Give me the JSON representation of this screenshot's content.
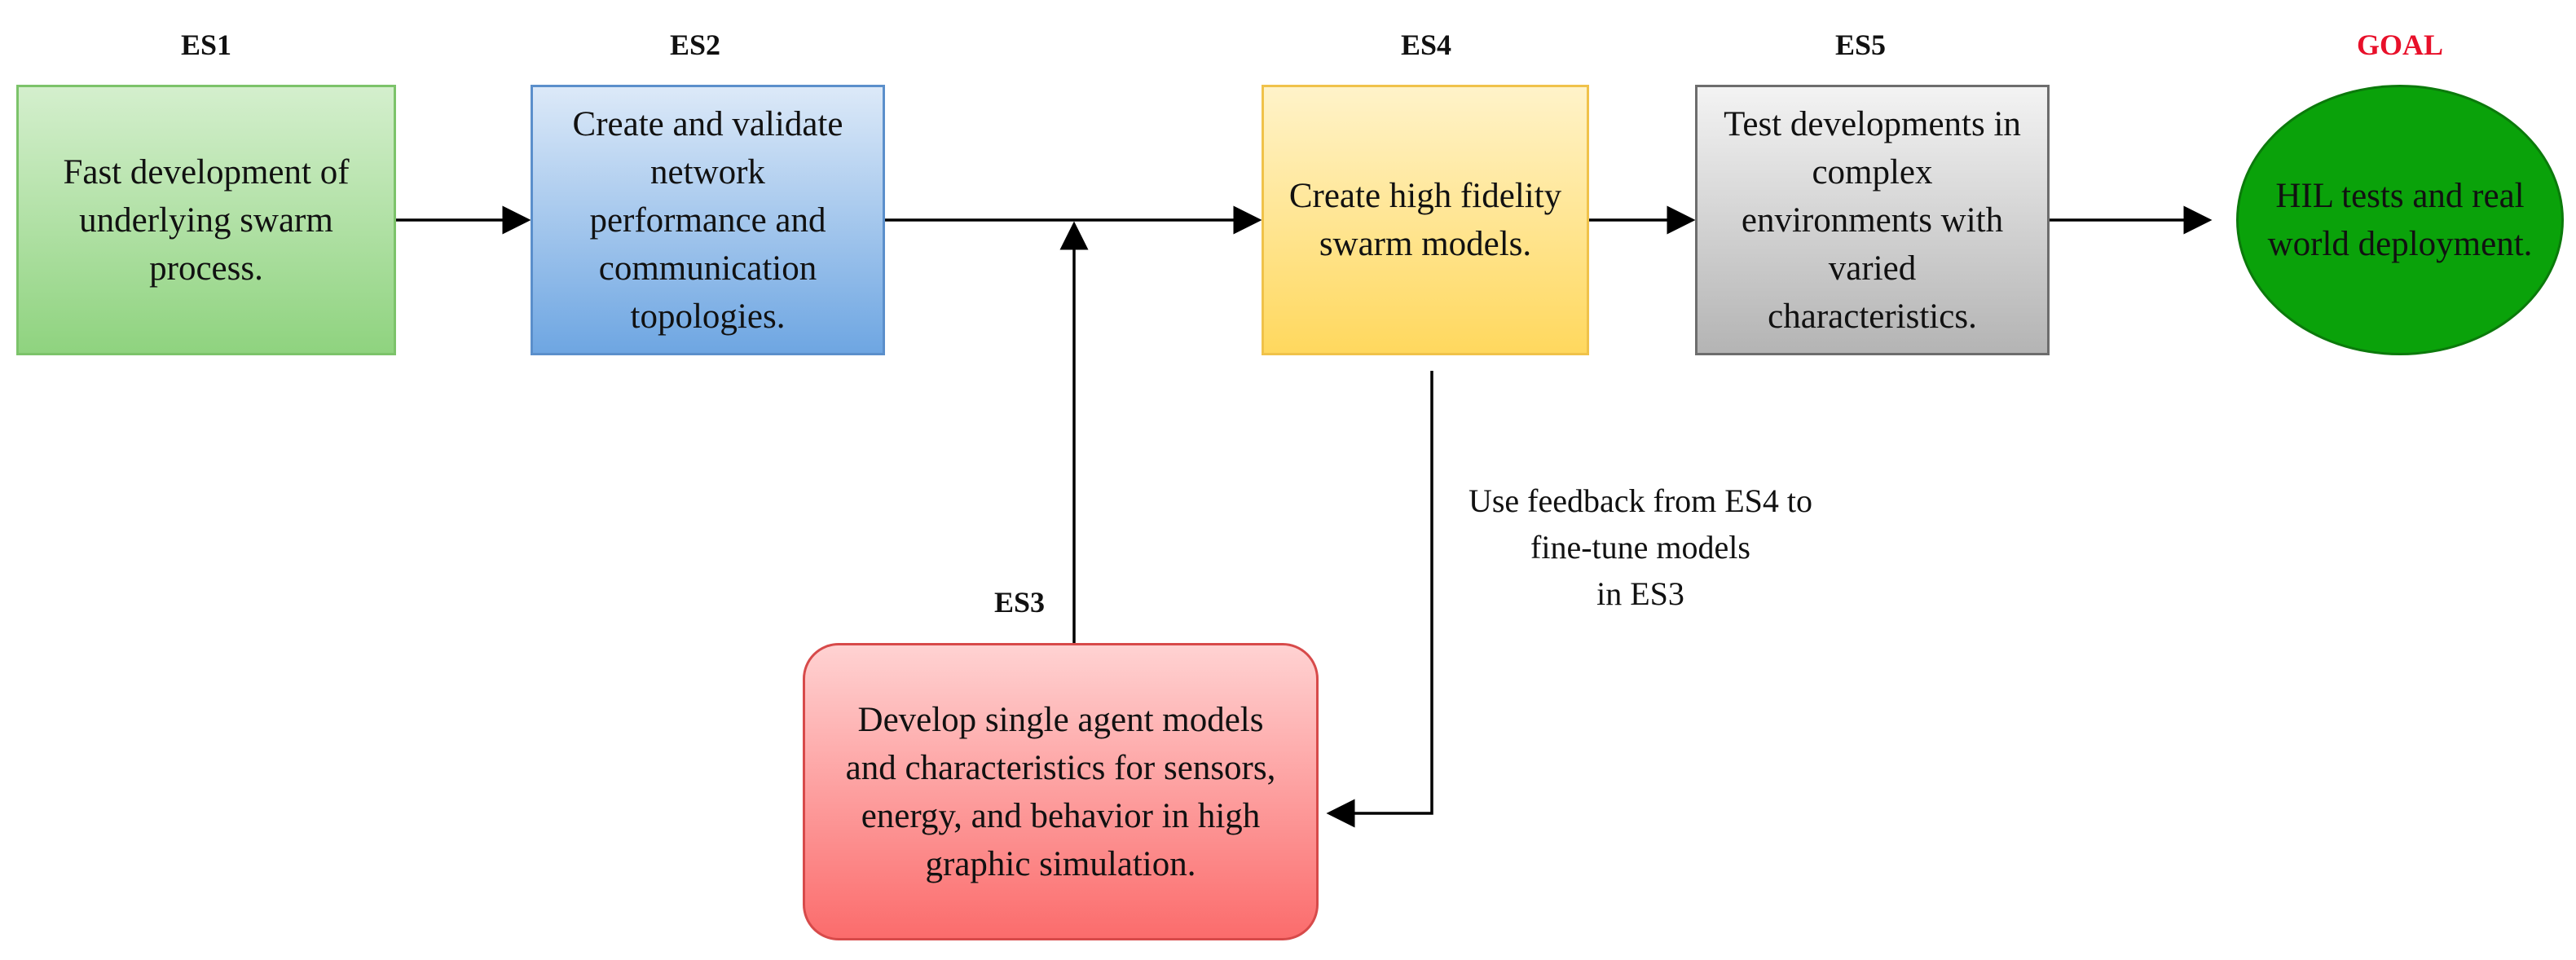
{
  "stages": {
    "es1": {
      "label": "ES1",
      "text": [
        "Fast development of",
        "underlying swarm",
        "process."
      ]
    },
    "es2": {
      "label": "ES2",
      "text": [
        "Create and validate",
        "network",
        "performance and",
        "communication",
        "topologies."
      ]
    },
    "es3": {
      "label": "ES3",
      "text": [
        "Develop single agent models",
        "and characteristics for sensors,",
        "energy, and behavior in high",
        "graphic simulation."
      ]
    },
    "es4": {
      "label": "ES4",
      "text": [
        "Create high fidelity",
        "swarm models."
      ]
    },
    "es5": {
      "label": "ES5",
      "text": [
        "Test developments in",
        "complex",
        "environments with",
        "varied",
        "characteristics."
      ]
    },
    "goal": {
      "label": "GOAL",
      "text": [
        "HIL tests and real",
        "world deployment."
      ]
    }
  },
  "feedback_note": [
    "Use feedback from ES4 to",
    "fine-tune models",
    "in ES3"
  ],
  "colors": {
    "es1": "#8fd37f",
    "es2": "#6ea6e2",
    "es3": "#fb6c6c",
    "es4": "#ffd85e",
    "es5": "#b4b4b4",
    "goal": "#0aa20a",
    "goal_label": "#e8102a"
  }
}
